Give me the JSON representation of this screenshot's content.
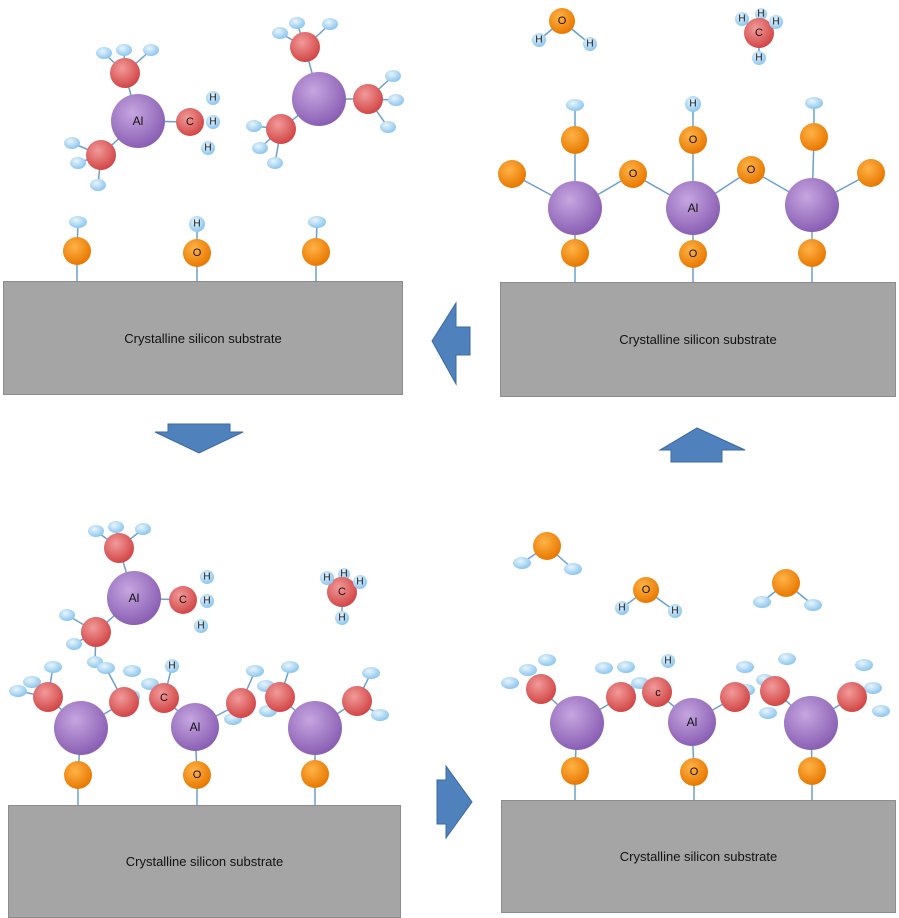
{
  "substrate_label": "Crystalline silicon substrate",
  "atoms": {
    "aluminum": "Al",
    "oxygen": "O",
    "carbon": "C",
    "carbon_lower": "c",
    "hydrogen": "H"
  },
  "colors": {
    "substrate": "#a5a5a5",
    "aluminum": "#9b72c0",
    "carbon": "#e05a5a",
    "oxygen": "#f08a10",
    "hydrogen": "#a8d4f2",
    "arrow": "#4f81bd",
    "bond": "#6a9fd0"
  },
  "panels": [
    "step-1-tma-adsorption",
    "step-2-methane-release",
    "step-3-water-pulse",
    "step-4-hydroxylated-surface"
  ],
  "arrows": [
    "down",
    "right",
    "up",
    "left"
  ]
}
